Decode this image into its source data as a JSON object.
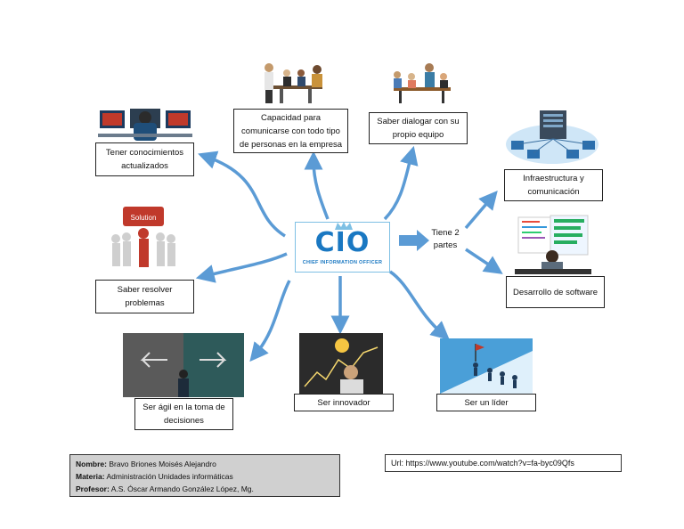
{
  "center": {
    "title": "CIO",
    "subtitle": "CHIEF INFORMATION OFFICER"
  },
  "nodes": {
    "conocimientos": "Tener conocimientos actualizados",
    "comunicarse": "Capacidad para comunicarse con todo tipo de personas en la empresa",
    "dialogar": "Saber dialogar con su propio equipo",
    "resolver": "Saber resolver problemas",
    "agil": "Ser ágil en la toma de decisiones",
    "innovador": "Ser innovador",
    "lider": "Ser un líder",
    "partes": "Tiene 2 partes",
    "infraestructura": "Infraestructura y comunicación",
    "software": "Desarrollo de software"
  },
  "illustration_labels": {
    "solution": "Solution"
  },
  "info": {
    "nombre_label": "Nombre:",
    "nombre": "Bravo Briones Moisés Alejandro",
    "materia_label": "Materia:",
    "materia": "Administración Unidades informáticas",
    "profesor_label": "Profesor:",
    "profesor": "A.S. Óscar Armando González López, Mg."
  },
  "url": {
    "label": "Url:",
    "value": "https://www.youtube.com/watch?v=fa-byc09Qfs"
  },
  "colors": {
    "arrow": "#5b9bd5",
    "cio": "#1a78c2",
    "info_bg": "#d0d0d0"
  }
}
